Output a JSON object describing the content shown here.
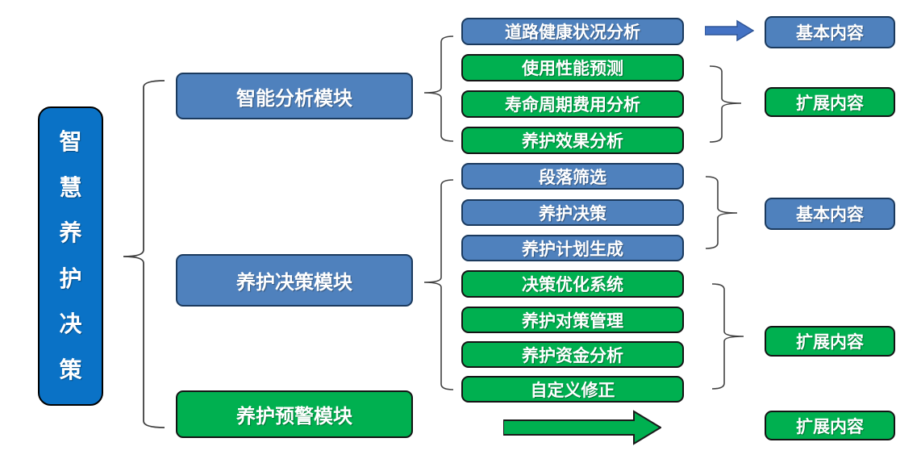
{
  "diagram_title": "智慧养护决策",
  "root": {
    "label": "智慧养护决策",
    "chars": [
      "智",
      "慧",
      "养",
      "护",
      "决",
      "策"
    ]
  },
  "modules": [
    {
      "label": "智能分析模块",
      "type": "blue"
    },
    {
      "label": "养护决策模块",
      "type": "blue"
    },
    {
      "label": "养护预警模块",
      "type": "green"
    }
  ],
  "analysis_items": [
    {
      "label": "道路健康状况分析",
      "type": "blue"
    },
    {
      "label": "使用性能预测",
      "type": "green"
    },
    {
      "label": "寿命周期费用分析",
      "type": "green"
    },
    {
      "label": "养护效果分析",
      "type": "green"
    }
  ],
  "decision_items": [
    {
      "label": "段落筛选",
      "type": "blue"
    },
    {
      "label": "养护决策",
      "type": "blue"
    },
    {
      "label": "养护计划生成",
      "type": "blue"
    },
    {
      "label": "决策优化系统",
      "type": "green"
    },
    {
      "label": "养护对策管理",
      "type": "green"
    },
    {
      "label": "养护资金分析",
      "type": "green"
    },
    {
      "label": "自定义修正",
      "type": "green"
    }
  ],
  "content_tags": [
    {
      "label": "基本内容",
      "type": "blue"
    },
    {
      "label": "扩展内容",
      "type": "green"
    },
    {
      "label": "基本内容",
      "type": "blue"
    },
    {
      "label": "扩展内容",
      "type": "green"
    },
    {
      "label": "扩展内容",
      "type": "green"
    }
  ],
  "icons": [
    {
      "name": "arrow-right-blue"
    },
    {
      "name": "arrow-right-green"
    },
    {
      "name": "curly-brace"
    }
  ],
  "colors": {
    "root_blue": "#0a72c6",
    "box_blue": "#4f81bd",
    "box_blue_border": "#1b3a5e",
    "box_green": "#00b050",
    "box_green_border": "#141414",
    "arrow_blue": "#4472c4",
    "arrow_green": "#00b050",
    "brace_stroke": "#404040",
    "text": "#ffffff",
    "background": "#ffffff"
  }
}
